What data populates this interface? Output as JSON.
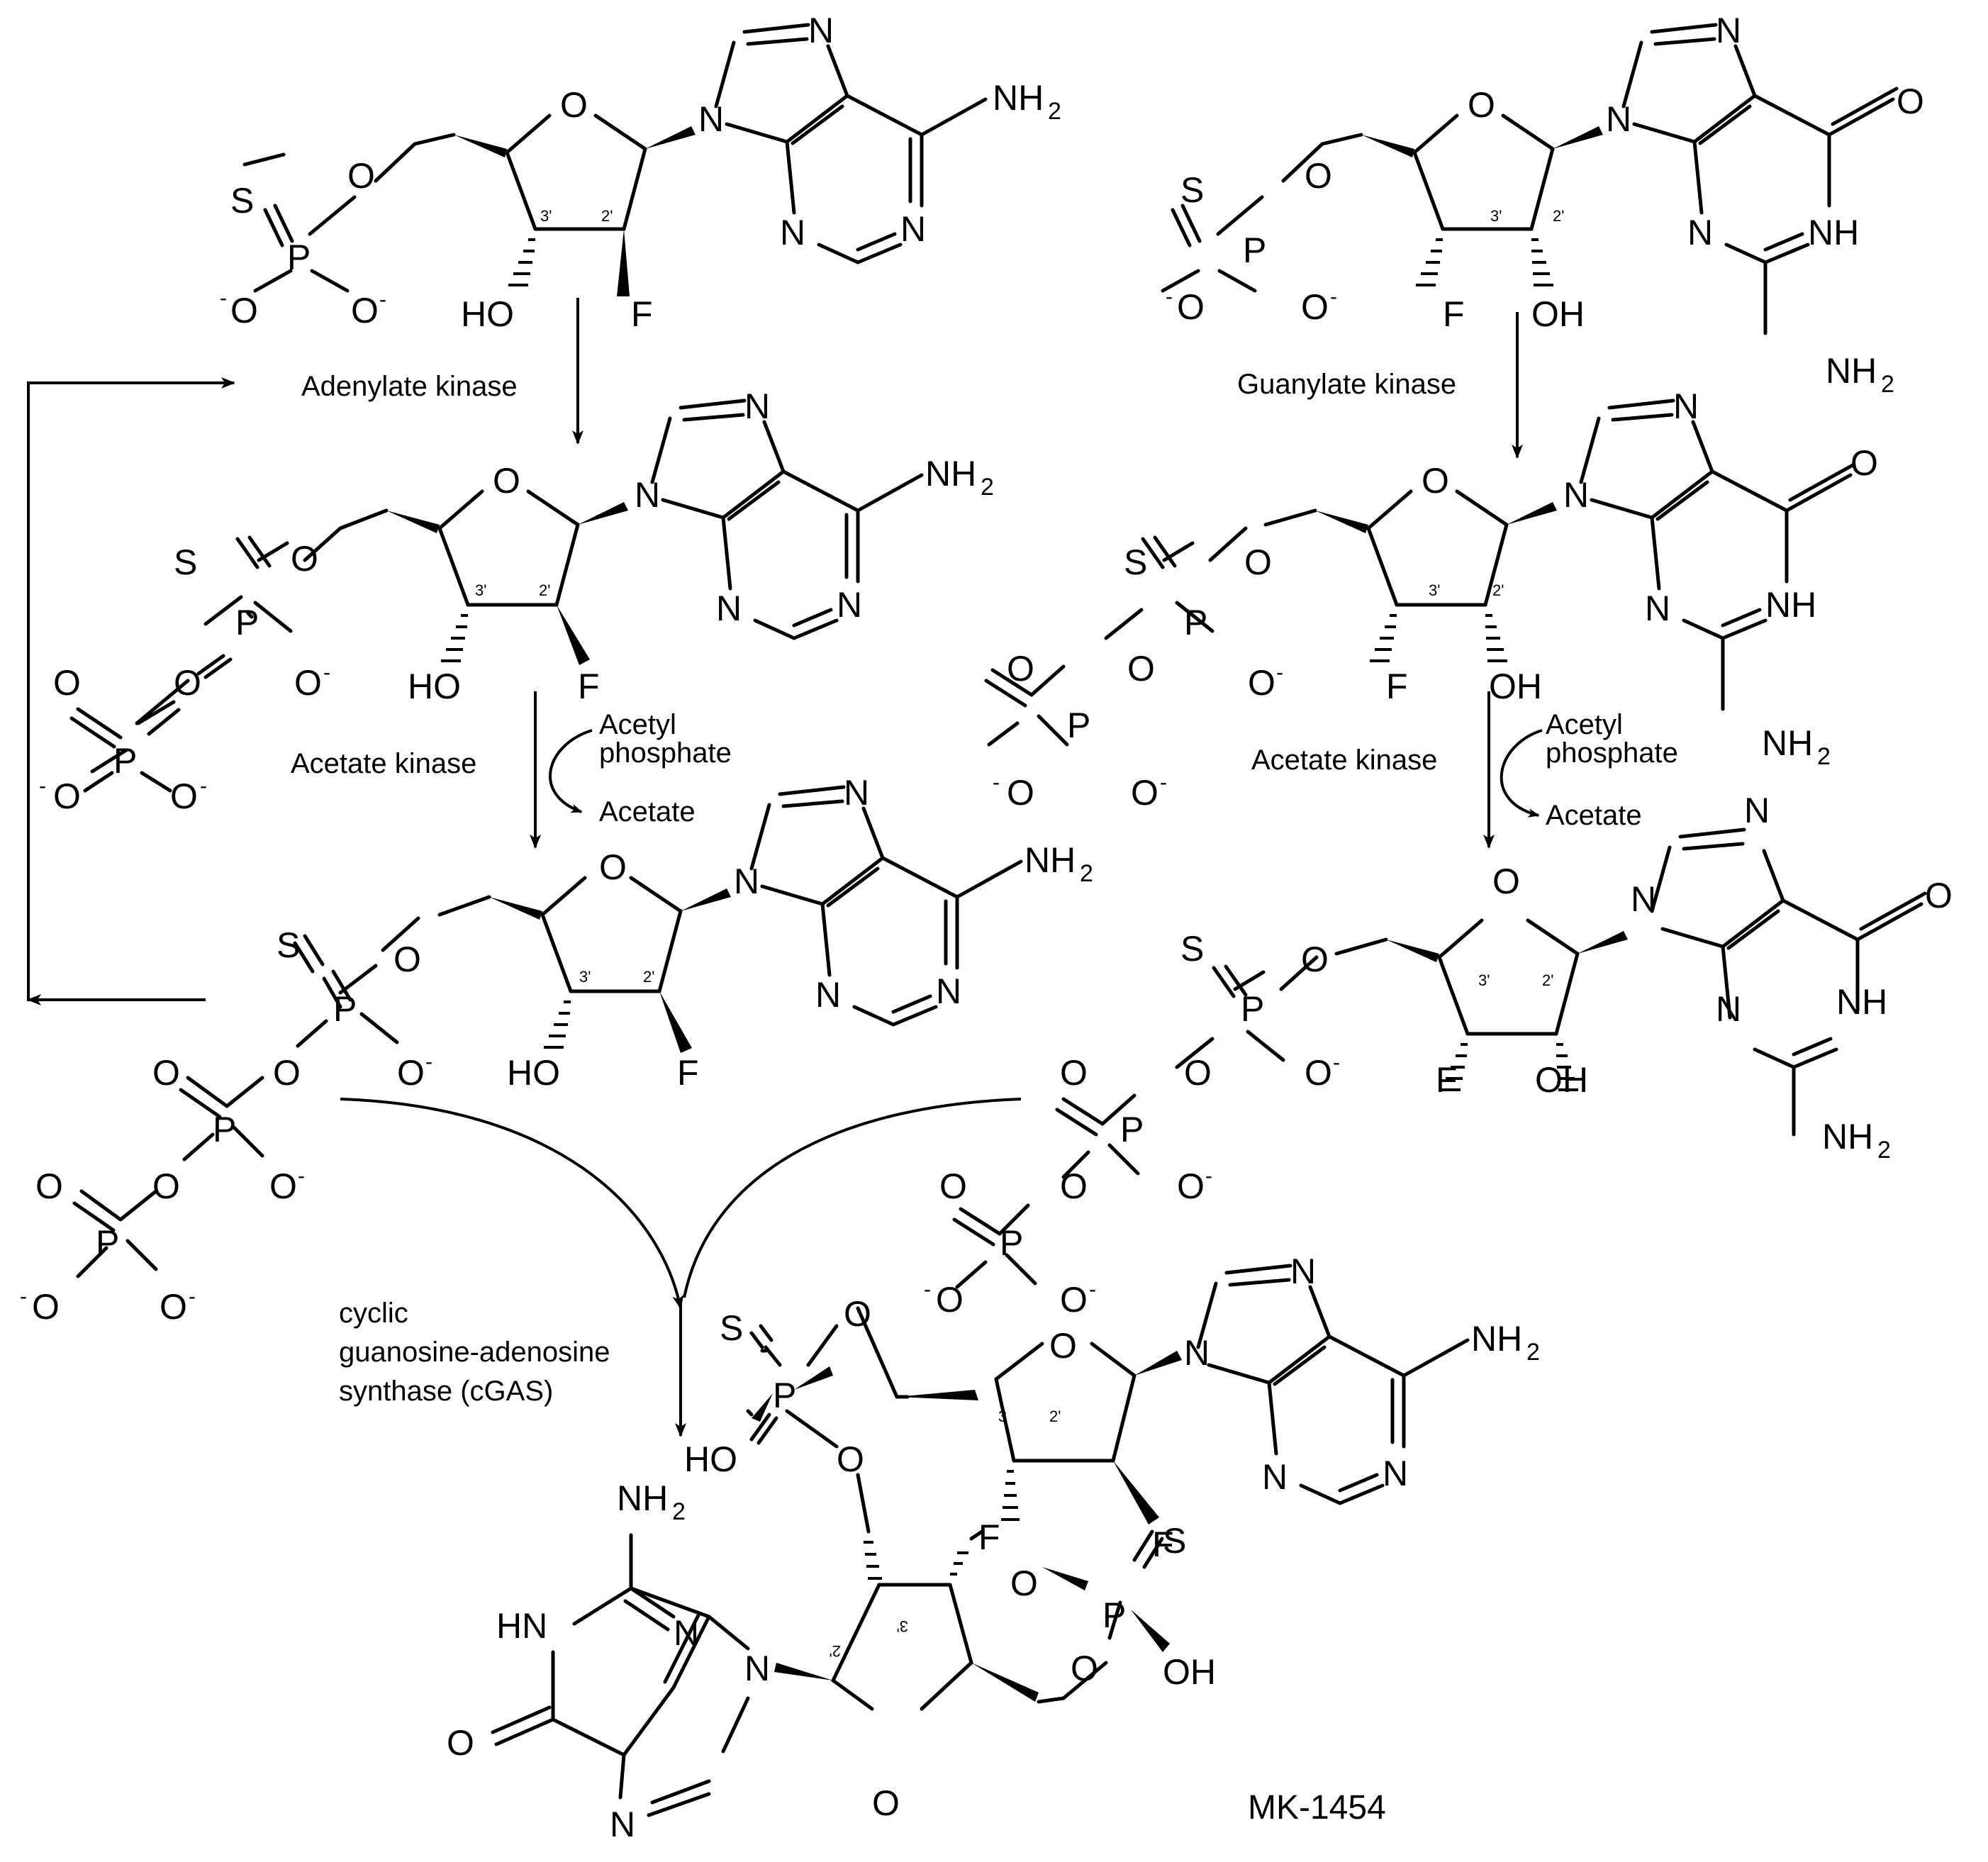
{
  "colors": {
    "ink": "#000000",
    "background": "#ffffff"
  },
  "atoms": {
    "N": "N",
    "O": "O",
    "S": "S",
    "P": "P",
    "F": "F",
    "NH": "NH",
    "HN": "HN",
    "NH2": "NH",
    "OH": "OH",
    "HO": "HO",
    "sub2": "2",
    "minus": "-"
  },
  "positions": {
    "c2": "2'",
    "c3": "3'",
    "c3_plain": "3",
    "c2_flipped": "2'",
    "c3_flipped": "3'"
  },
  "enzymes": {
    "adenylate_kinase": "Adenylate kinase",
    "guanylate_kinase": "Guanylate kinase",
    "acetate_kinase_left": "Acetate kinase",
    "acetate_kinase_right": "Acetate kinase",
    "cgas_line1": "cyclic",
    "cgas_line2": "guanosine-adenosine",
    "cgas_line3": "synthase (cGAS)"
  },
  "cofactors": {
    "acetyl_line1": "Acetyl",
    "acetyl_line2": "phosphate",
    "acetate": "Acetate"
  },
  "product": {
    "name": "MK-1454"
  }
}
